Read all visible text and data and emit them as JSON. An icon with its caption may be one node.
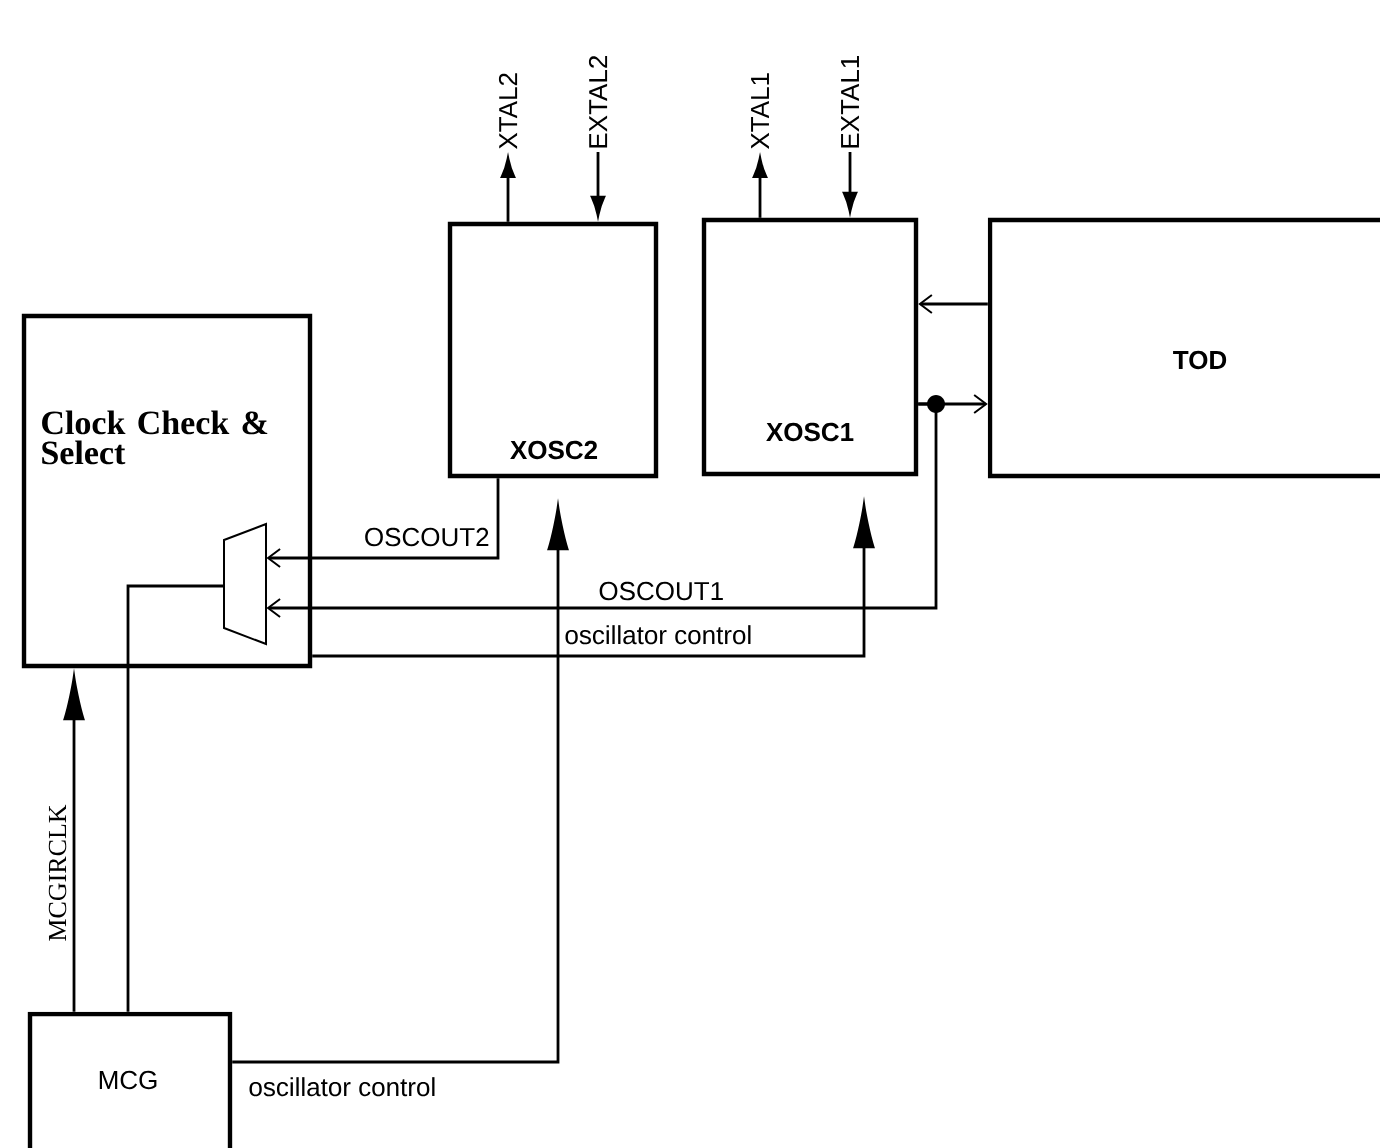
{
  "diagram": {
    "nodes": [
      {
        "text": [
          "Clock Check & Select"
        ]
      },
      {
        "text": [],
        "shape": "trapezoid",
        "in": 0
      },
      {
        "text": [
          "XOSC2"
        ]
      },
      {
        "text": [
          "XOSC1"
        ]
      },
      {
        "text": [
          "TOD"
        ]
      },
      {
        "text": [
          "MCG"
        ]
      },
      {
        "text": [
          "XTAL2"
        ]
      },
      {
        "text": [
          "EXTAL2"
        ]
      },
      {
        "text": [
          "XTAL1"
        ]
      },
      {
        "text": [
          "EXTAL1"
        ]
      }
    ],
    "edges": [
      {
        "from": 2,
        "to": 6,
        "arrow": "to"
      },
      {
        "from": 7,
        "to": 2,
        "arrow": "to"
      },
      {
        "from": 3,
        "to": 8,
        "arrow": "to"
      },
      {
        "from": 9,
        "to": 3,
        "arrow": "to"
      },
      {
        "from": 4,
        "to": 3,
        "arrow": "to"
      },
      {
        "from": 3,
        "to": 4,
        "arrow": "to"
      },
      {
        "from": 3,
        "to": 1,
        "arrow": "to",
        "label": "OSCOUT1"
      },
      {
        "from": 2,
        "to": 1,
        "arrow": "to",
        "label": "OSCOUT2"
      },
      {
        "from": 1,
        "to": 5,
        "arrow": "none"
      },
      {
        "from": 5,
        "to": 0,
        "arrow": "to",
        "label": "MCGIRCLK"
      },
      {
        "from": 0,
        "to": 3,
        "arrow": "to",
        "label": "oscillator control"
      },
      {
        "from": 5,
        "to": 2,
        "arrow": "to",
        "label": "oscillator control"
      }
    ]
  }
}
